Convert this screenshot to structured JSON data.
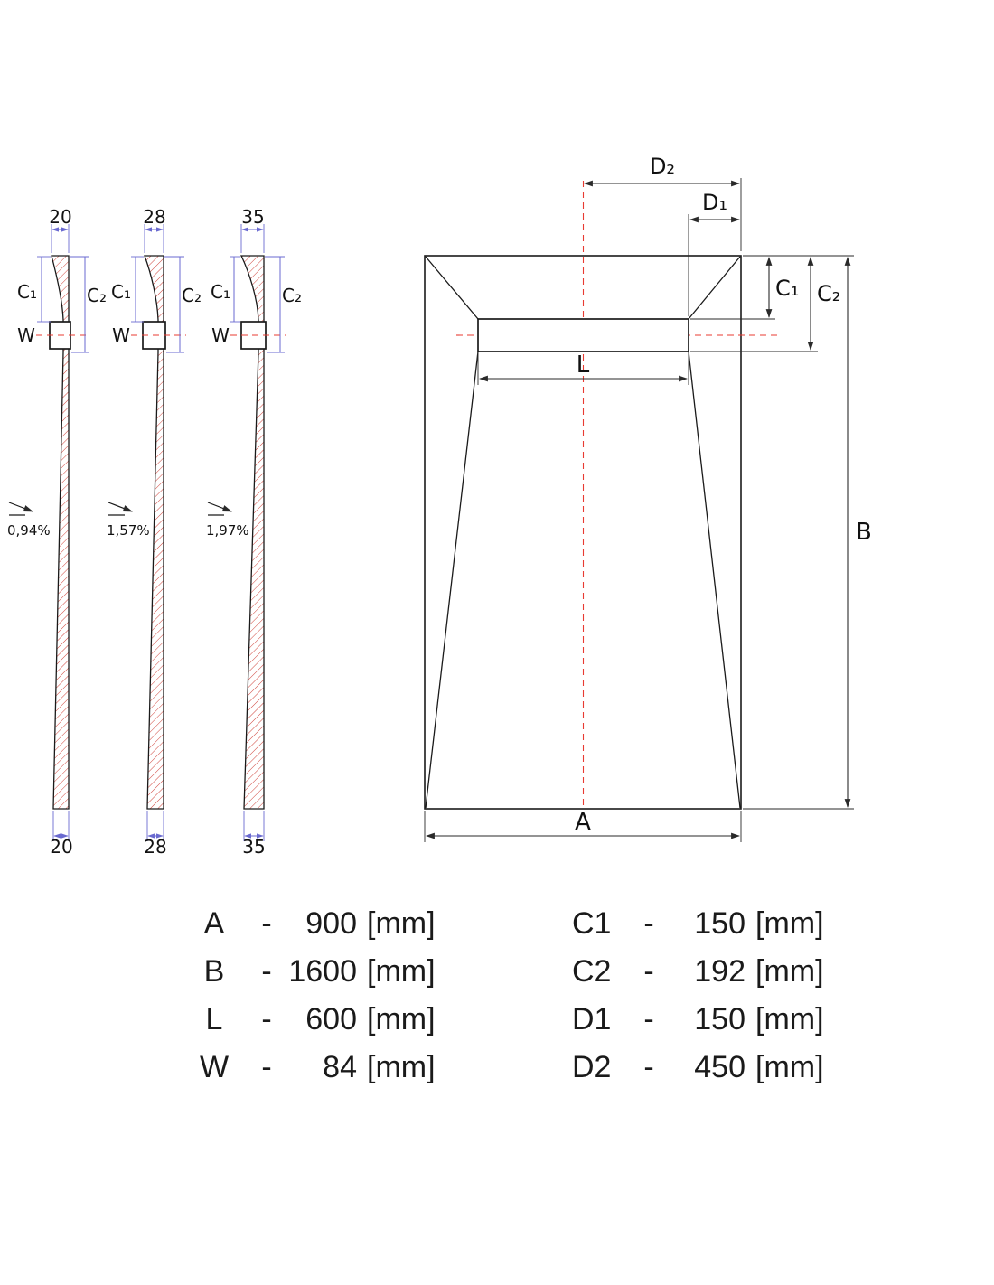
{
  "sections": [
    {
      "top_width": "20",
      "bottom_width": "20",
      "slope": "0,94%",
      "c1": "C₁",
      "c2": "C₂",
      "w": "W"
    },
    {
      "top_width": "28",
      "bottom_width": "28",
      "slope": "1,57%",
      "c1": "C₁",
      "c2": "C₂",
      "w": "W"
    },
    {
      "top_width": "35",
      "bottom_width": "35",
      "slope": "1,97%",
      "c1": "C₁",
      "c2": "C₂",
      "w": "W"
    }
  ],
  "plan": {
    "d2": "D₂",
    "d1": "D₁",
    "c1": "C₁",
    "c2": "C₂",
    "l": "L",
    "b": "B",
    "a": "A"
  },
  "table": {
    "left": [
      {
        "name": "A",
        "dash": "-",
        "value": "900",
        "unit": "[mm]"
      },
      {
        "name": "B",
        "dash": "-",
        "value": "1600",
        "unit": "[mm]"
      },
      {
        "name": "L",
        "dash": "-",
        "value": "600",
        "unit": "[mm]"
      },
      {
        "name": "W",
        "dash": "-",
        "value": "84",
        "unit": "[mm]"
      }
    ],
    "right": [
      {
        "name": "C1",
        "dash": "-",
        "value": "150",
        "unit": "[mm]"
      },
      {
        "name": "C2",
        "dash": "-",
        "value": "192",
        "unit": "[mm]"
      },
      {
        "name": "D1",
        "dash": "-",
        "value": "150",
        "unit": "[mm]"
      },
      {
        "name": "D2",
        "dash": "-",
        "value": "450",
        "unit": "[mm]"
      }
    ]
  },
  "colors": {
    "outline": "#1a1a1a",
    "hatch_red": "#d0453c",
    "centerline_red": "#e83b32",
    "dimension_blue": "#6a6ad0",
    "background": "#ffffff"
  }
}
